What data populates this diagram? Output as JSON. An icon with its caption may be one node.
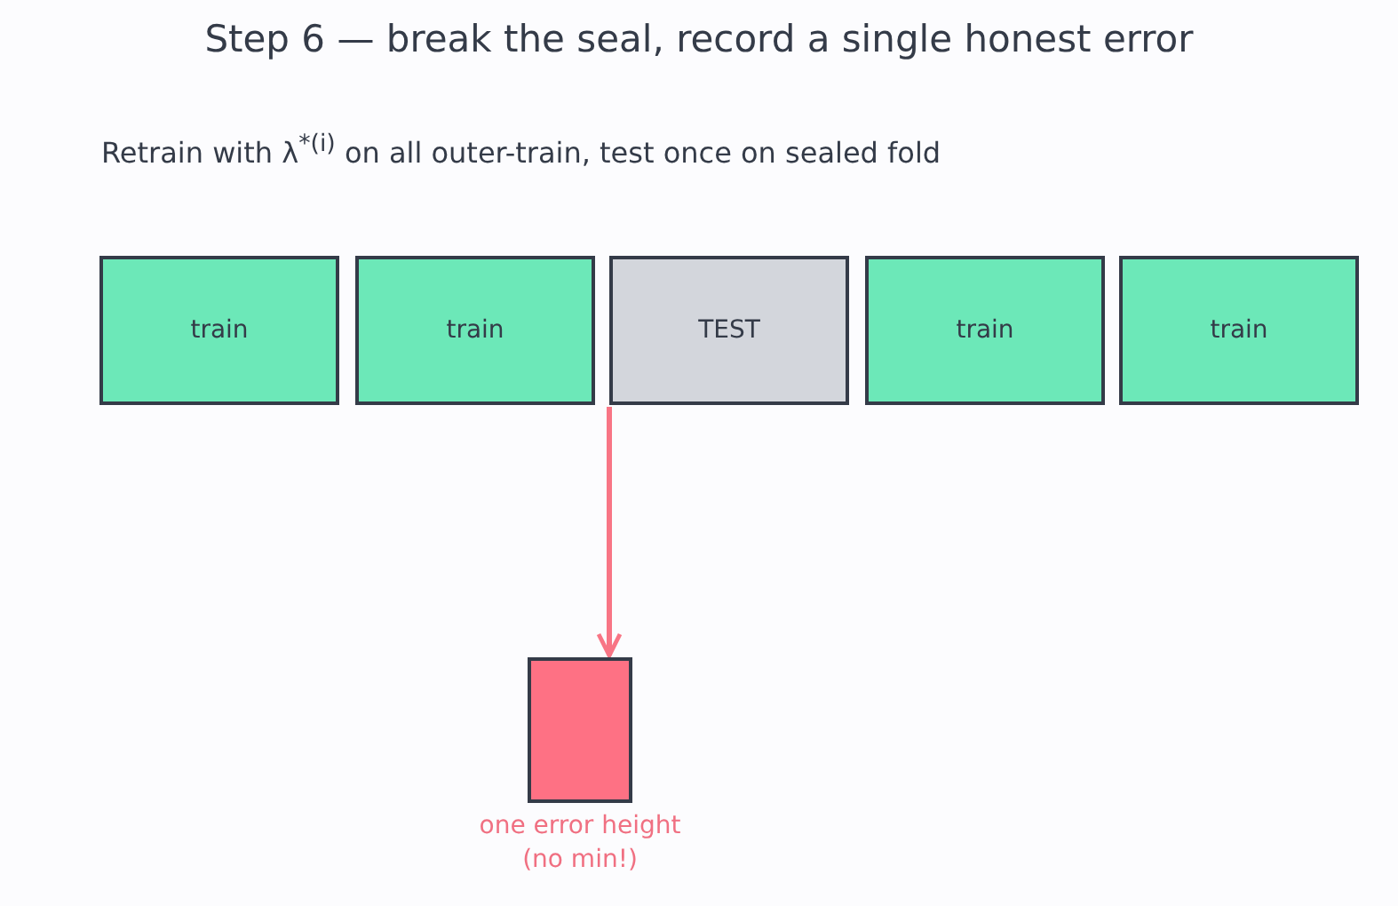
{
  "diagram": {
    "title": "Step 6 — break the seal, record a single honest error",
    "nodes": [
      {
        "text": [
          "train"
        ]
      },
      {
        "text": [
          "train"
        ]
      },
      {
        "text": [
          "TEST"
        ]
      },
      {
        "text": [
          "train"
        ]
      },
      {
        "text": [
          "train"
        ]
      },
      {
        "text": [],
        "shape": "bar",
        "beside": [
          "one error height (no min!)"
        ]
      }
    ],
    "edges": [
      {
        "from": 2,
        "to": 5,
        "arrow": "to",
        "color": "#f87585"
      }
    ],
    "labels": [
      "Retrain with λ$^{*(i)}$ on all outer-train, test once on sealed fold"
    ]
  }
}
